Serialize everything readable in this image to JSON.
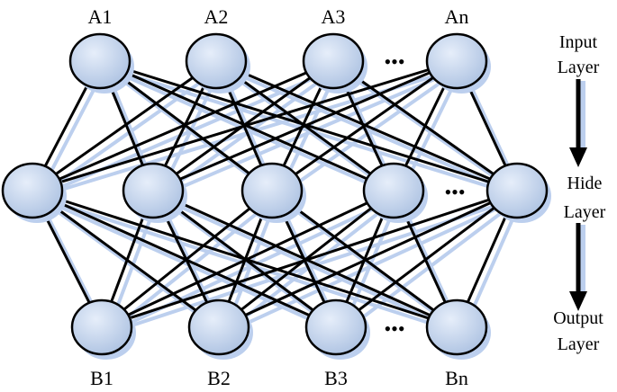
{
  "diagram": {
    "colors": {
      "node_fill_light": "#e6eefa",
      "node_fill_dark": "#a9bfe0",
      "node_stroke": "#000000",
      "edge": "#000000",
      "edge_shadow": "#bccfee",
      "arrow": "#000000"
    },
    "input_layer": {
      "nodes": [
        "A1",
        "A2",
        "A3",
        "An"
      ],
      "ellipsis": "•••"
    },
    "hidden_layer": {
      "node_count": 5,
      "ellipsis": "•••"
    },
    "output_layer": {
      "nodes": [
        "B1",
        "B2",
        "B3",
        "Bn"
      ],
      "ellipsis": "•••"
    },
    "layer_labels": {
      "input": [
        "Input",
        "Layer"
      ],
      "hidden": [
        "Hide",
        "Layer"
      ],
      "output": [
        "Output",
        "Layer"
      ]
    },
    "connectivity": "fully-connected"
  }
}
